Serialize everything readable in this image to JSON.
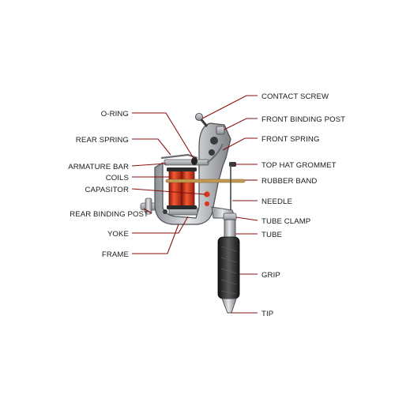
{
  "diagram": {
    "left_labels": {
      "o_ring": "O-RING",
      "rear_spring": "REAR SPRING",
      "armature_bar": "ARMATURE BAR",
      "coils": "COILS",
      "capasitor": "CAPASITOR",
      "rear_binding_post": "REAR BINDING POST",
      "yoke": "YOKE",
      "frame": "FRAME"
    },
    "right_labels": {
      "contact_screw": "CONTACT SCREW",
      "front_binding_post": "FRONT BINDING POST",
      "front_spring": "FRONT SPRING",
      "top_hat_grommet": "TOP HAT GROMMET",
      "rubber_band": "RUBBER BAND",
      "needle": "NEEDLE",
      "tube_clamp": "TUBE CLAMP",
      "tube": "TUBE",
      "grip": "GRIP",
      "tip": "TIP"
    },
    "colors": {
      "leader": "#8a1010",
      "coil": "#d8341c",
      "metal": "#b9bcc0",
      "grip": "#2a2a2a"
    }
  }
}
